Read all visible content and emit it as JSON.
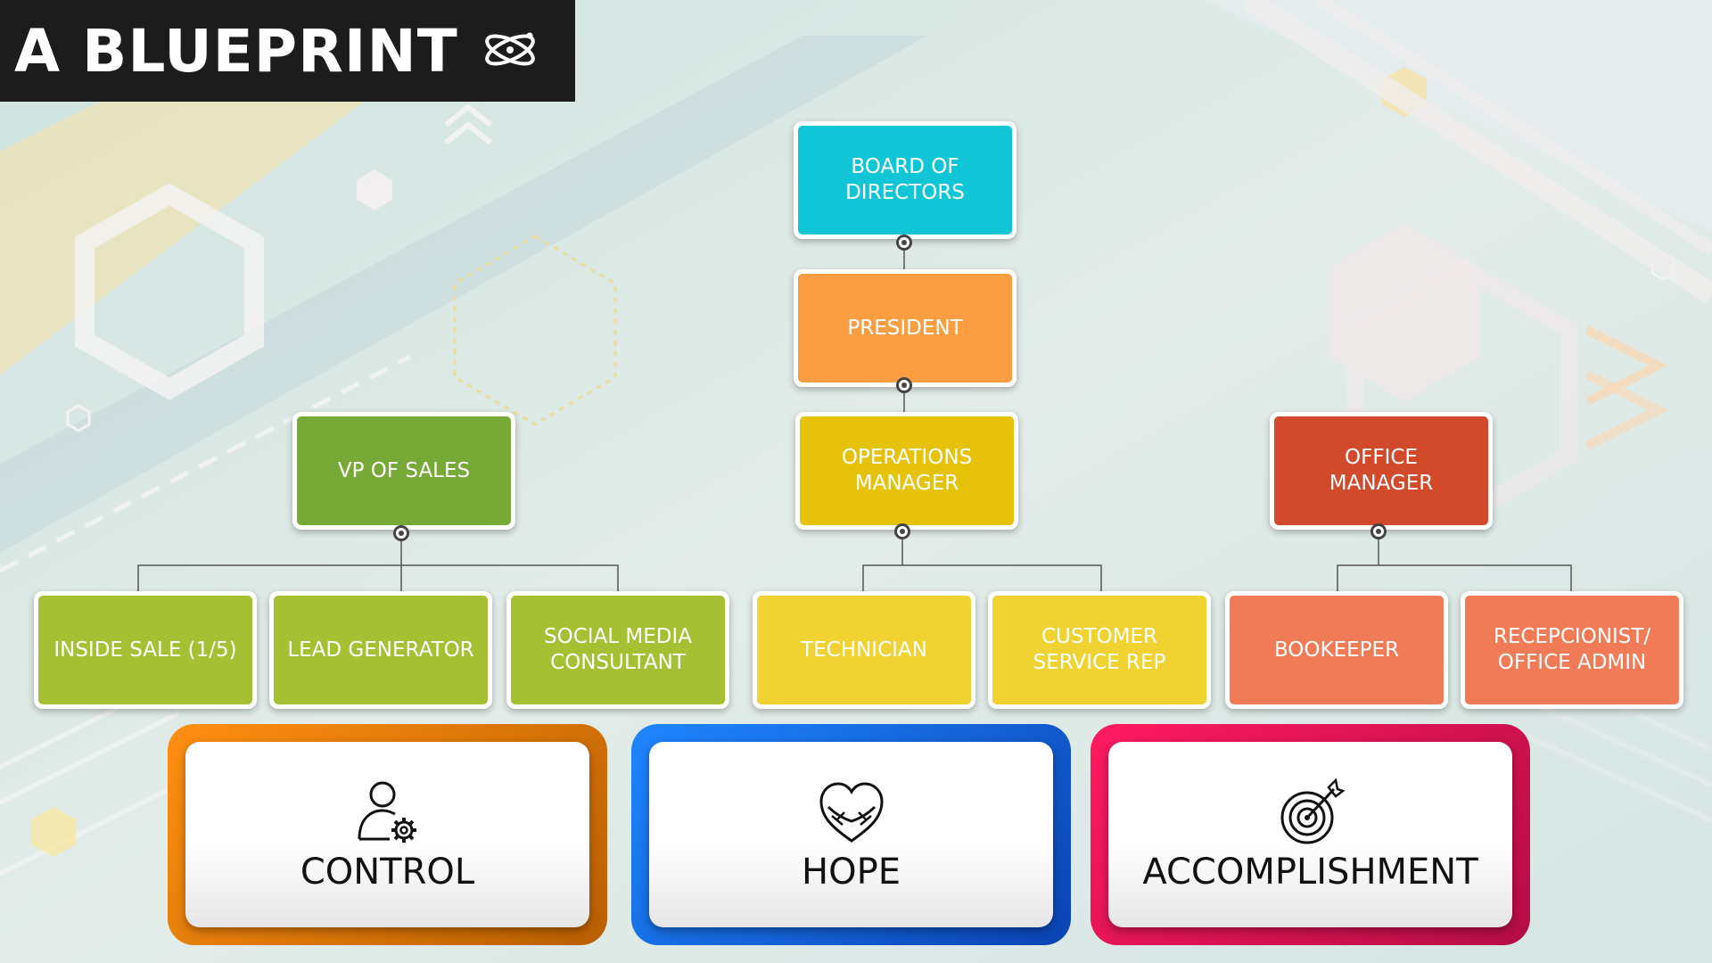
{
  "header": {
    "title": "A BLUEPRINT",
    "icon": "atom-icon"
  },
  "org_chart": {
    "board": "BOARD OF\nDIRECTORS",
    "president": "PRESIDENT",
    "vp_sales": "VP OF SALES",
    "operations_manager": "OPERATIONS\nMANAGER",
    "office_manager": "OFFICE\nMANAGER",
    "inside_sale": "INSIDE SALE (1/5)",
    "lead_generator": "LEAD GENERATOR",
    "social_media": "SOCIAL MEDIA\nCONSULTANT",
    "technician": "TECHNICIAN",
    "customer_service": "CUSTOMER\nSERVICE REP",
    "bookkeeper": "BOOKEEPER",
    "receptionist": "RECEPCIONIST/\nOFFICE ADMIN"
  },
  "values": [
    {
      "label": "CONTROL",
      "icon": "user-gear-icon",
      "color": "#f5820d"
    },
    {
      "label": "HOPE",
      "icon": "heart-hands-icon",
      "color": "#1668e8"
    },
    {
      "label": "ACCOMPLISHMENT",
      "icon": "target-arrow-icon",
      "color": "#e8195a"
    }
  ],
  "colors": {
    "board": "#10c6d6",
    "president": "#fb9e42",
    "vp_sales": "#77a937",
    "operations": "#e6c20a",
    "office_manager": "#d24a2c",
    "sales_team": "#a5c033",
    "ops_team": "#f0d232",
    "office_team": "#f27b57"
  }
}
